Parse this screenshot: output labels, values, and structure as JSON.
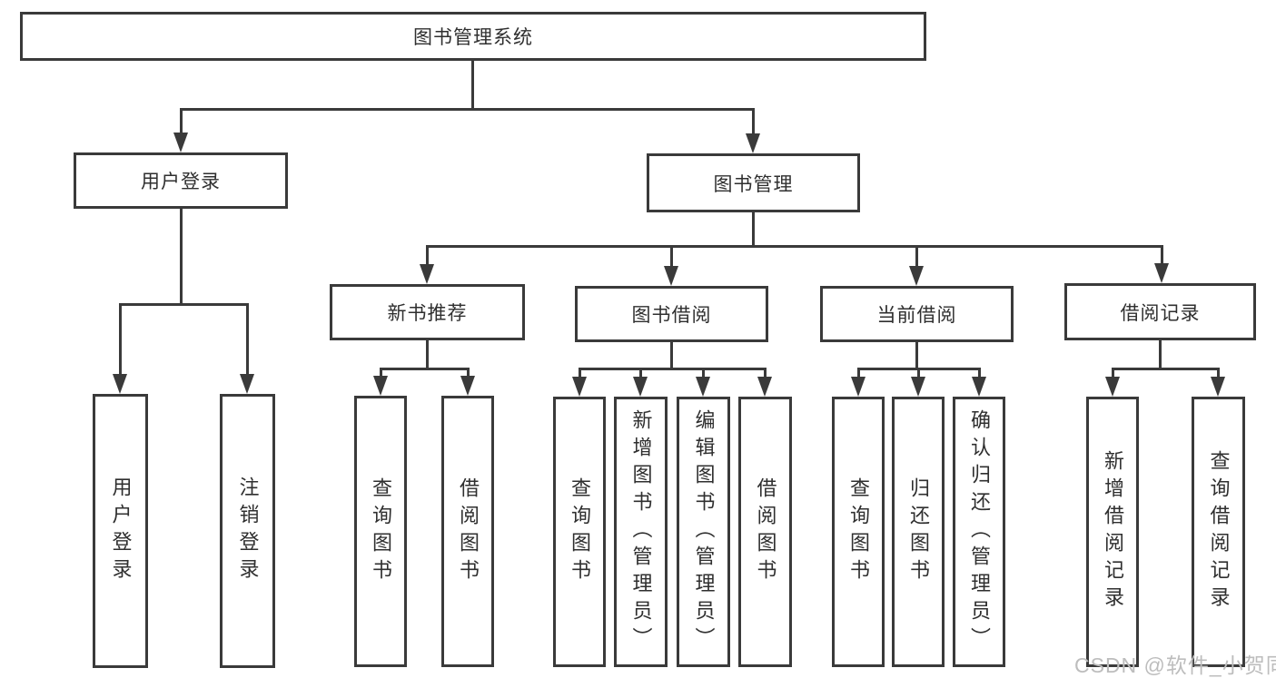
{
  "colors": {
    "line": "#3a3a3a",
    "text": "#2f2f2f",
    "background": "#ffffff",
    "watermark": "#bdbdbd"
  },
  "watermark": {
    "text": "CSDN @软件_小贺同学"
  },
  "diagram": {
    "type": "hierarchy-tree",
    "root": {
      "label": "图书管理系统",
      "children": [
        {
          "label": "用户登录",
          "children": [
            {
              "label": "用户登录"
            },
            {
              "label": "注销登录"
            }
          ]
        },
        {
          "label": "图书管理",
          "children": [
            {
              "label": "新书推荐",
              "children": [
                {
                  "label": "查询图书"
                },
                {
                  "label": "借阅图书"
                }
              ]
            },
            {
              "label": "图书借阅",
              "children": [
                {
                  "label": "查询图书"
                },
                {
                  "label": "新增图书（管理员）"
                },
                {
                  "label": "编辑图书（管理员）"
                },
                {
                  "label": "借阅图书"
                }
              ]
            },
            {
              "label": "当前借阅",
              "children": [
                {
                  "label": "查询图书"
                },
                {
                  "label": "归还图书"
                },
                {
                  "label": "确认归还（管理员）"
                }
              ]
            },
            {
              "label": "借阅记录",
              "children": [
                {
                  "label": "新增借阅记录"
                },
                {
                  "label": "查询借阅记录"
                }
              ]
            }
          ]
        }
      ]
    }
  }
}
